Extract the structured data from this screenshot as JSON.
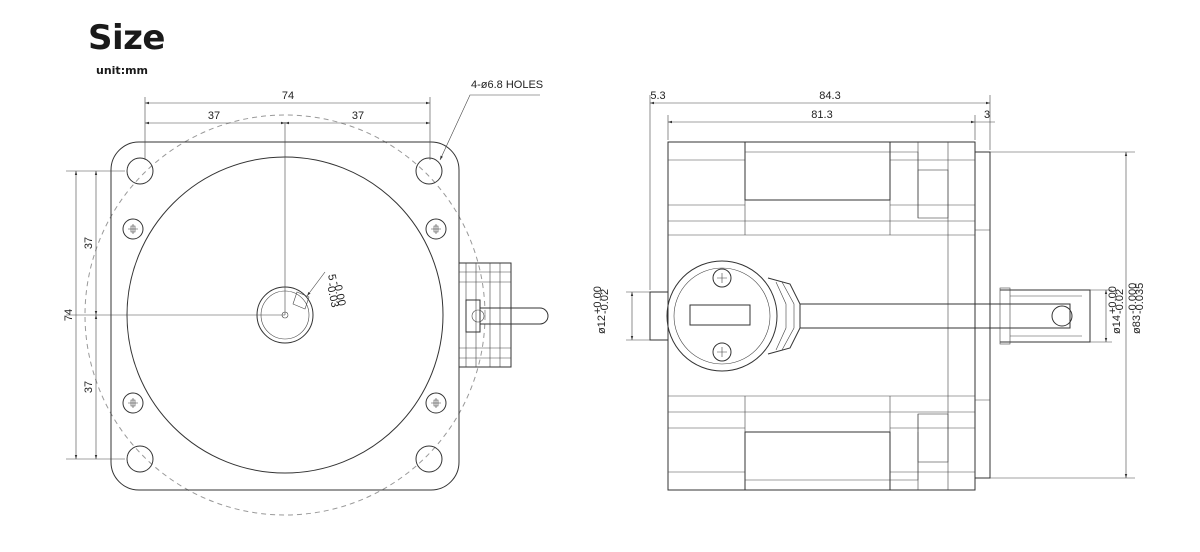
{
  "header": {
    "title": "Size",
    "unit": "unit:mm"
  },
  "front_view": {
    "dims": {
      "width_total": "74",
      "width_half_left": "37",
      "width_half_right": "37",
      "height_total": "74",
      "height_half_top": "37",
      "height_half_bottom": "37"
    },
    "holes_label": "4-ø6.8  HOLES",
    "key_label": "5",
    "key_tol_upper": "-0.00",
    "key_tol_lower": "-0.03"
  },
  "side_view": {
    "dims": {
      "flange": "5.3",
      "overall_length": "84.3",
      "body_length": "81.3",
      "pilot": "3"
    },
    "boss_dia": "ø12",
    "boss_tol_upper": "+0.00",
    "boss_tol_lower": "-0.02",
    "shaft_dia": "ø14",
    "shaft_tol_upper": "+0.00",
    "shaft_tol_lower": "-0.02",
    "pilot_dia": "ø83",
    "pilot_tol_upper": "-0.000",
    "pilot_tol_lower": "-0.035"
  }
}
